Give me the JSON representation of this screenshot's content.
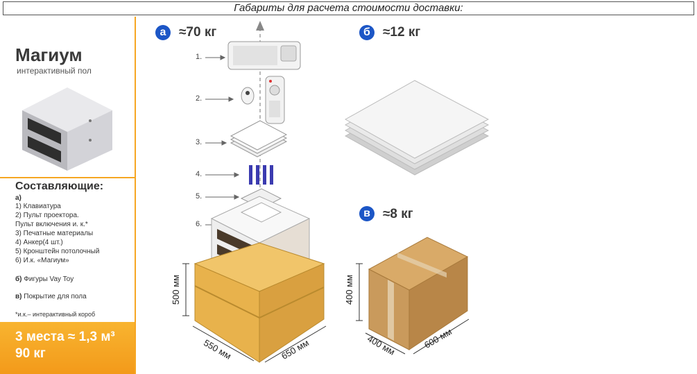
{
  "banner": "Габариты для расчета стоимости доставки:",
  "product": {
    "title": "Магиум",
    "subtitle": "интерактивный пол"
  },
  "components": {
    "title": "Составляющие:",
    "a_label": "а)",
    "items": [
      "1) Клавиатура",
      "2) Пульт проектора.",
      "Пульт включения и. к.*",
      "3) Печатные материалы",
      "4) Анкер(4 шт.)",
      "5) Кронштейн потолочный",
      "6) И.к. «Магиум»"
    ],
    "b_label": "б)",
    "b_text": "Фигуры Vay Toy",
    "c_label": "в)",
    "c_text": "Покрытие для пола",
    "footnote": "*и.к.– интерактивный короб"
  },
  "summary": {
    "line1": "3 места ≈ 1,3 м³",
    "line2": "90 кг"
  },
  "package_a": {
    "badge": "а",
    "weight": "≈70 кг",
    "steps": [
      "1.",
      "2.",
      "3.",
      "4.",
      "5.",
      "6."
    ],
    "height": "500 мм",
    "width": "550 мм",
    "depth": "650 мм"
  },
  "package_b": {
    "badge": "б",
    "weight": "≈12 кг"
  },
  "package_c": {
    "badge": "в",
    "weight": "≈8 кг",
    "height": "400 мм",
    "width": "400 мм",
    "depth": "600 мм"
  },
  "colors": {
    "accent": "#f6a623",
    "badge": "#1c56c6",
    "cardboard": "#c99a5c",
    "crate": "#e8b24c"
  }
}
